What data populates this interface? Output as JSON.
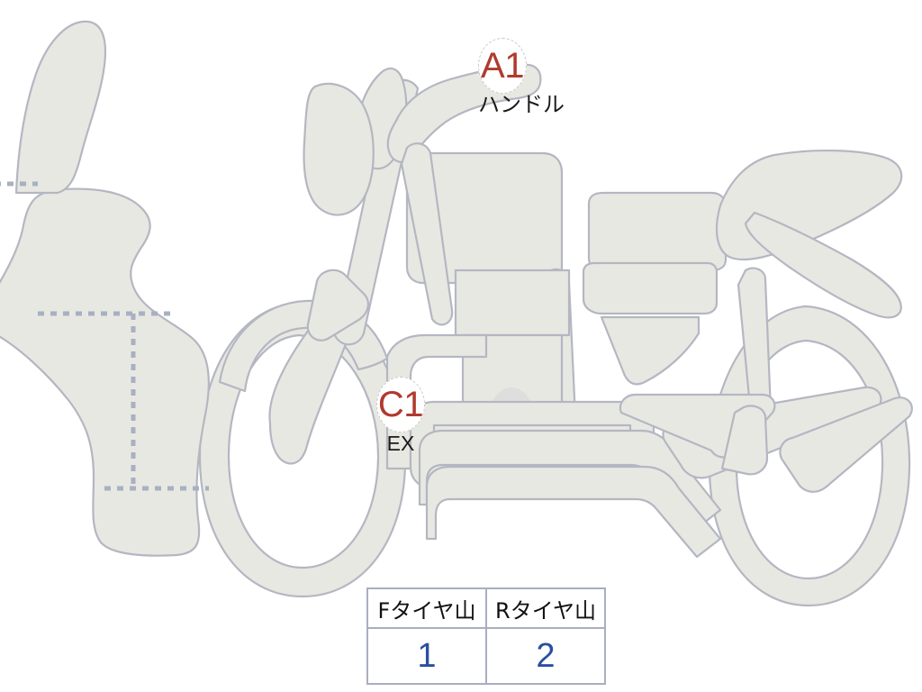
{
  "diagram": {
    "subject": "motorcycle-side-view",
    "fill_color": "#e8e8e2",
    "stroke_color": "#b4b7c2",
    "accent_gray": "#b5b5b5",
    "dash_color": "#a8b0c2"
  },
  "callouts": [
    {
      "id": "A1",
      "code": "A1",
      "caption": "ハンドル",
      "code_color": "#b03a2e"
    },
    {
      "id": "C1",
      "code": "C1",
      "caption": "EX",
      "code_color": "#b03a2e"
    }
  ],
  "tire_table": {
    "headers": [
      "Fタイヤ山",
      "Rタイヤ山"
    ],
    "values": [
      "1",
      "2"
    ],
    "value_color": "#2a4fa0",
    "border_color": "#a9aec2"
  }
}
